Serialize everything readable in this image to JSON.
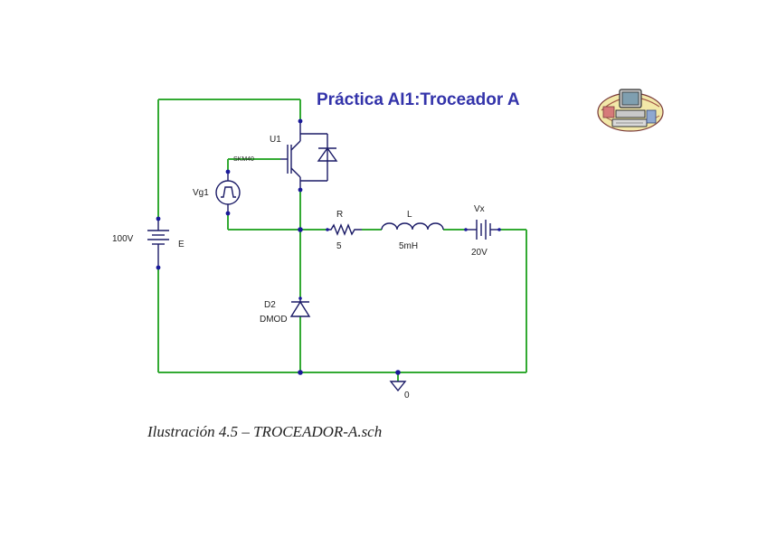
{
  "title": "Práctica AI1:Troceador A",
  "caption": "Ilustración 4.5 – TROCEADOR-A.sch",
  "colors": {
    "wire": "#33aa33",
    "component": "#1a1a66",
    "node": "#1a1a99",
    "title": "#3333aa",
    "text": "#222222"
  },
  "icon": "computer-icon",
  "components": {
    "source_e": {
      "value": "100V",
      "name": "E"
    },
    "pulse": {
      "name": "Vg1"
    },
    "igbt": {
      "name": "U1",
      "model": "SKM40"
    },
    "resistor": {
      "name": "R",
      "value": "5"
    },
    "inductor": {
      "name": "L",
      "value": "5mH"
    },
    "source_vx": {
      "name": "Vx",
      "value": "20V"
    },
    "diode": {
      "name": "D2",
      "model": "DMOD"
    },
    "ground": {
      "name": "0"
    }
  }
}
